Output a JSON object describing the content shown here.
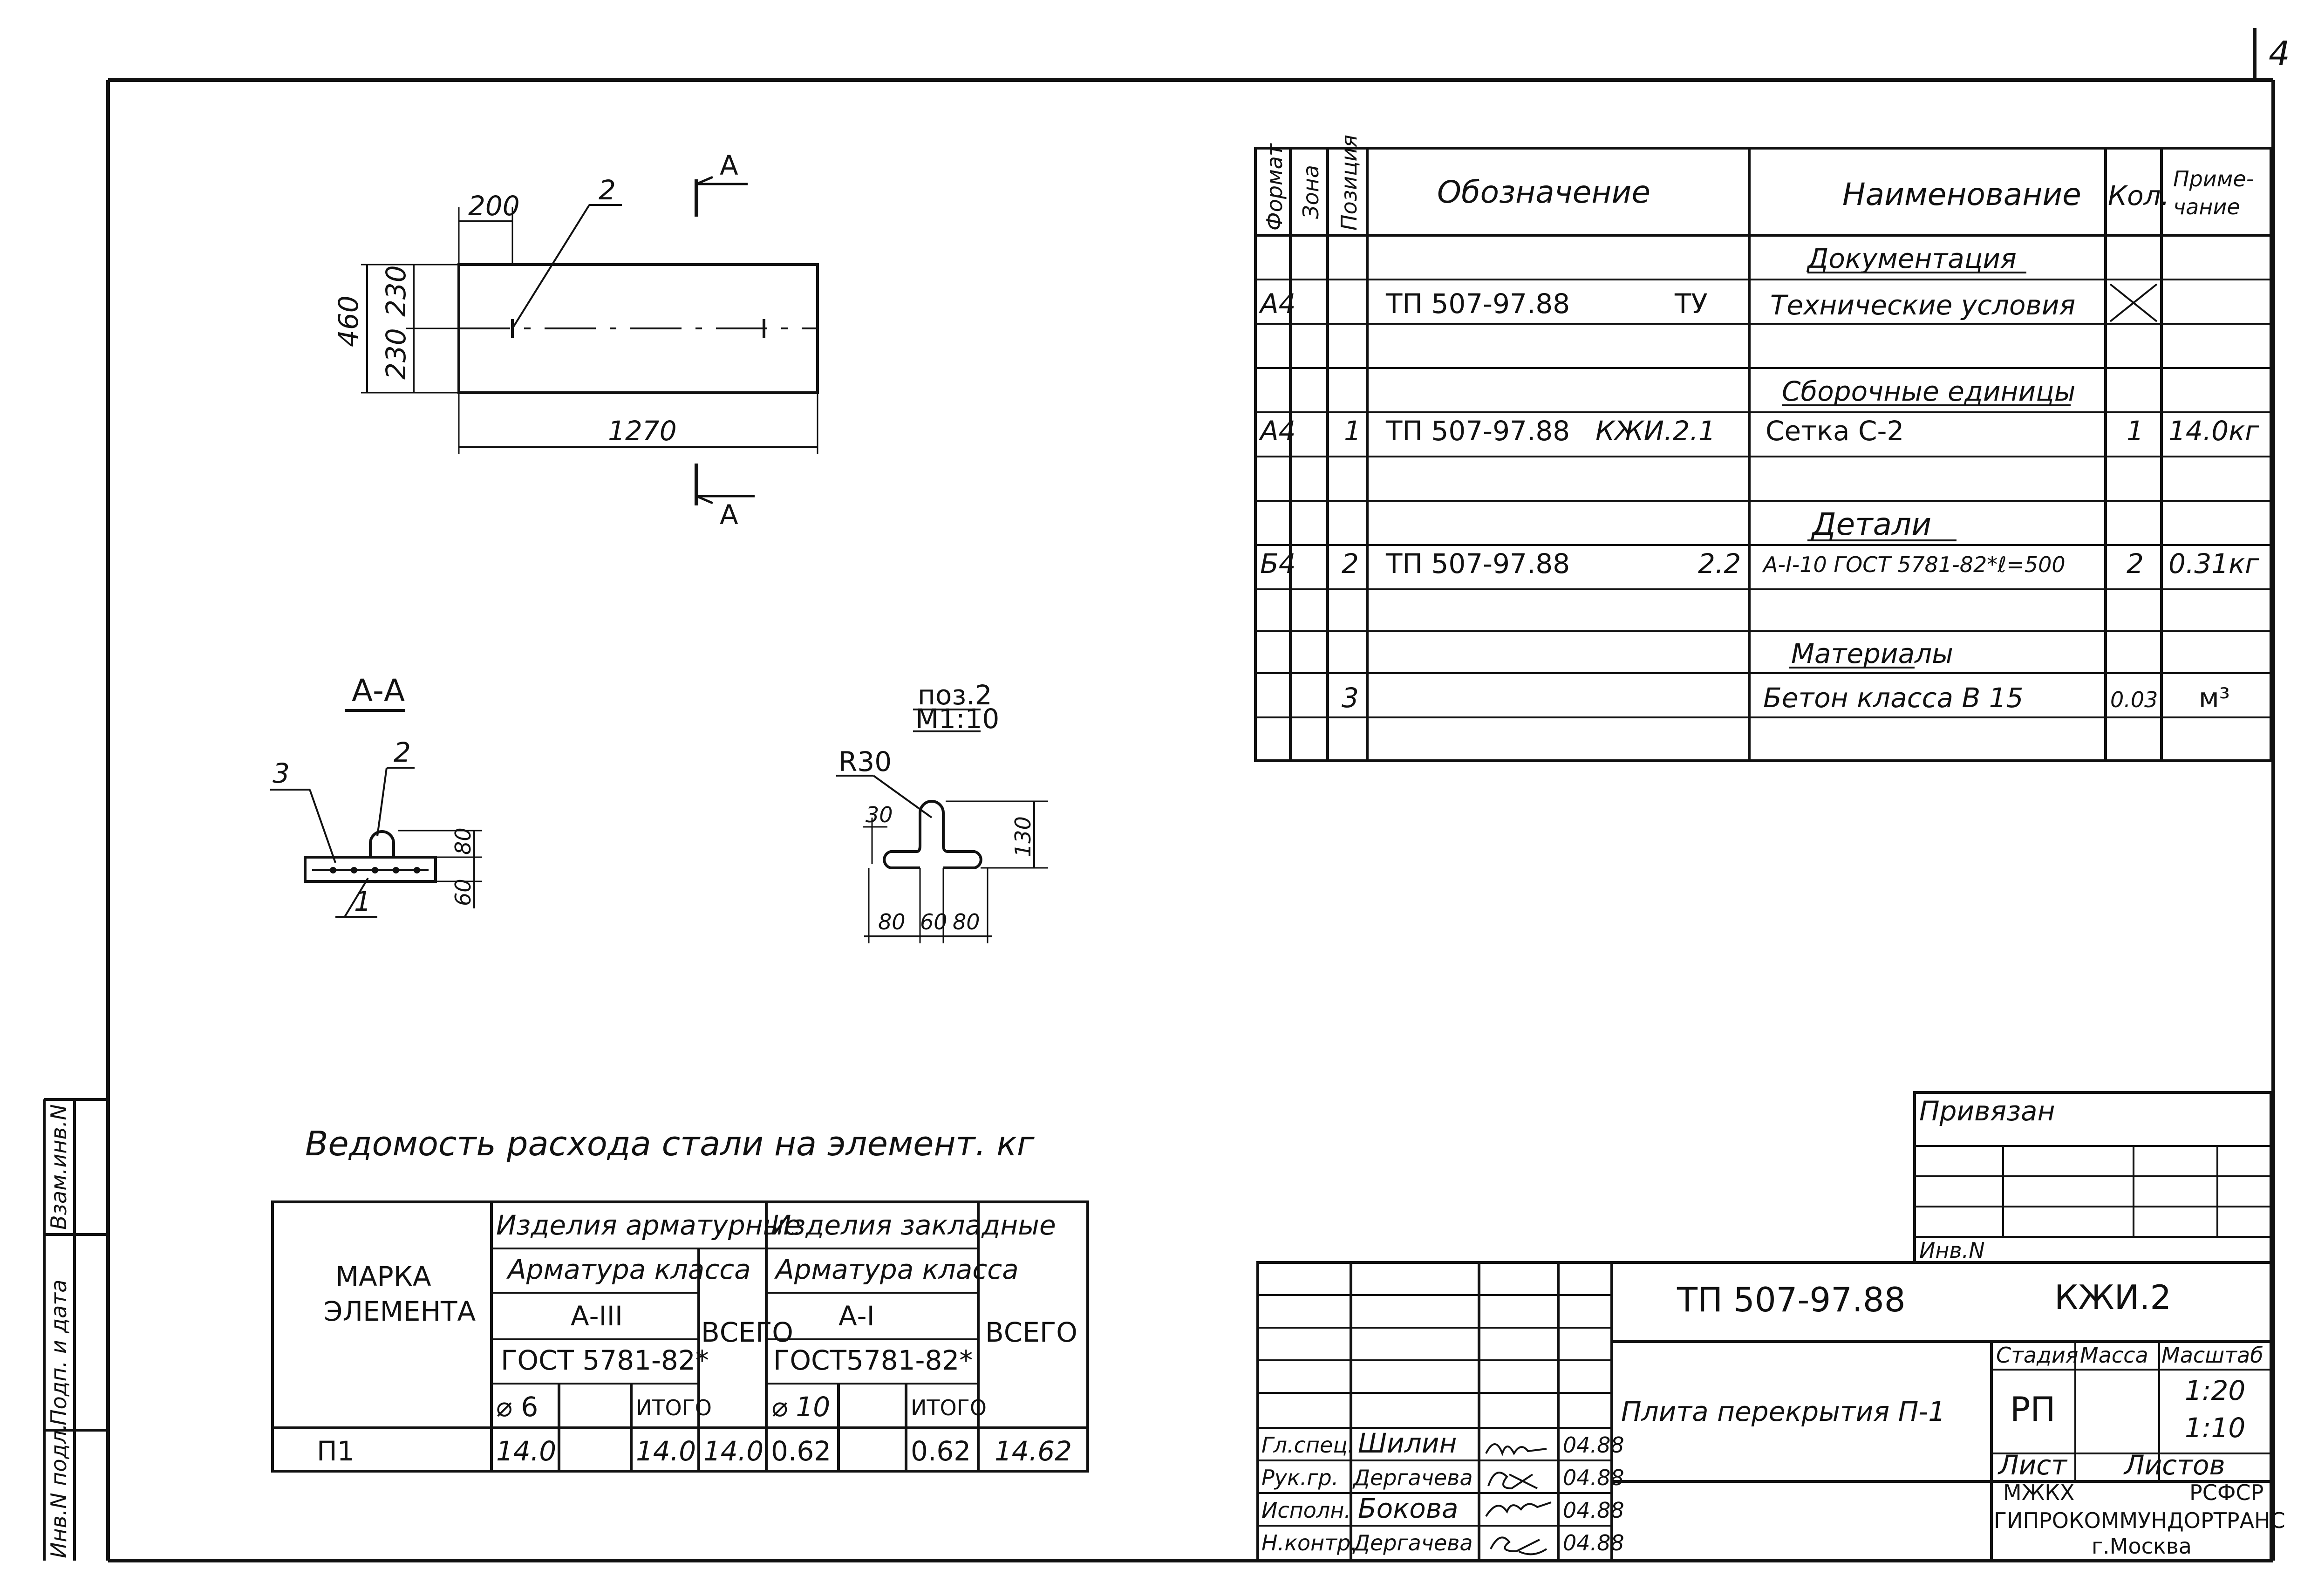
{
  "sheet": {
    "page_number": "4"
  },
  "plan": {
    "dim_200": "200",
    "dim_460": "460",
    "dim_230_top": "230",
    "dim_230_bottom": "230",
    "dim_1270": "1270",
    "pos_2": "2",
    "section_top": "А",
    "section_bottom": "А"
  },
  "section_aa": {
    "title": "А-А",
    "pos_3": "3",
    "pos_2": "2",
    "pos_1": "1",
    "dim_80": "80",
    "dim_60": "60"
  },
  "pos2_detail": {
    "title": "поз.2",
    "scale": "М1:10",
    "radius": "R30",
    "dim_30": "30",
    "dim_130": "130",
    "dim_80_left": "80",
    "dim_60": "60",
    "dim_80_right": "80"
  },
  "spec_table": {
    "headers": {
      "format": "Формат",
      "zone": "Зона",
      "position": "Позиция",
      "designation": "Обозначение",
      "name": "Наименование",
      "qty": "Кол.",
      "note_line1": "Приме-",
      "note_line2": "чание"
    },
    "sections": {
      "documentation": "Документация",
      "assembly_units": "Сборочные единицы",
      "details": "Детали",
      "materials": "Материалы"
    },
    "rows": [
      {
        "format": "А4",
        "position": "",
        "designation": "ТП 507-97.88",
        "designation_suffix": "ТУ",
        "name": "Технические  условия",
        "qty": "",
        "note": ""
      },
      {
        "format": "А4",
        "position": "1",
        "designation": "ТП 507-97.88",
        "designation_suffix": "КЖИ.2.1",
        "name": "Сетка  С-2",
        "qty": "1",
        "note": "14.0кг"
      },
      {
        "format": "Б4",
        "position": "2",
        "designation": "ТП 507-97.88",
        "designation_suffix": "2.2",
        "name": "А-I-10 ГОСТ 5781-82*ℓ=500",
        "qty": "2",
        "note": "0.31кг"
      },
      {
        "format": "",
        "position": "3",
        "designation": "",
        "designation_suffix": "",
        "name": "Бетон  класса  В 15",
        "qty": "0.03",
        "note": "м³"
      }
    ]
  },
  "steel_table": {
    "title": "Ведомость  расхода   стали  на  элемент. кг",
    "mark_header_line1": "МАРКА",
    "mark_header_line2": "ЭЛЕМЕНТА",
    "rebar_items": "Изделия  арматурные",
    "embedded_items": "Изделия закладные",
    "rebar_class_1": "Арматура класса",
    "rebar_class_2": "Арматура класса",
    "class_a3": "А-III",
    "class_a1": "А-I",
    "gost_1": "ГОСТ 5781-82*",
    "gost_2": "ГОСТ5781-82*",
    "total_1": "ВСЕГО",
    "total_2": "ВСЕГО",
    "d6": "⌀ 6",
    "d10": "⌀ 10",
    "itogo_1": "ИТОГО",
    "itogo_2": "ИТОГО",
    "row": {
      "mark": "П1",
      "v_d6": "14.0",
      "v_itogo1": "14.0",
      "v_total1": "14.0",
      "v_d10": "0.62",
      "v_itogo2": "0.62",
      "v_total2": "14.62"
    }
  },
  "binding_block": {
    "title": "Привязан",
    "inv": "Инв.N"
  },
  "side_stamp": {
    "vzam": "Взам.инв.N",
    "podp": "Подп.  и дата",
    "inv": "Инв.N подл."
  },
  "title_block": {
    "doc_code": "ТП 507-97.88",
    "doc_suffix": "КЖИ.2",
    "item_name": "Плита  перекрытия  П-1",
    "stage_label": "Стадия",
    "mass_label": "Масса",
    "scale_label": "Масштаб",
    "stage": "РП",
    "scale_1": "1:20",
    "scale_2": "1:10",
    "sheet_label": "Лист",
    "sheets_label": "Листов",
    "org_1": "МЖКХ",
    "org_2": "РСФСР",
    "org_3": "ГИПРОКОММУНДОРТРАНС",
    "org_4": "г.Москва",
    "signers": [
      {
        "role": "Гл.спец.",
        "name": "Шилин",
        "date": "04.88"
      },
      {
        "role": "Рук.гр.",
        "name": "Дергачева",
        "date": "04.88"
      },
      {
        "role": "Исполн.",
        "name": "Бокова",
        "date": "04.88"
      },
      {
        "role": "Н.контр.",
        "name": "Дергачева",
        "date": "04.88"
      }
    ]
  }
}
